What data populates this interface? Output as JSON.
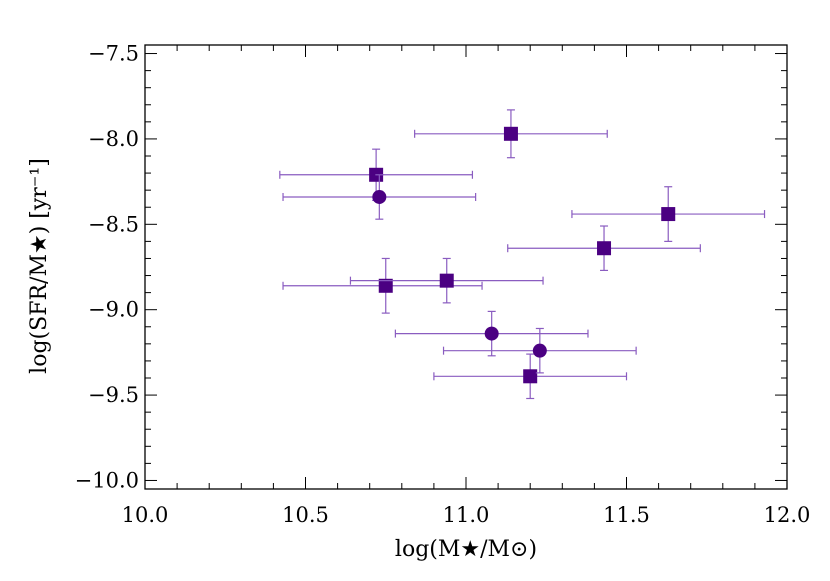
{
  "chart_data": {
    "type": "scatter",
    "xlabel": "log(M★/M⊙)",
    "ylabel": "log(SFR/M★) [yr⁻¹]",
    "xlim": [
      10.0,
      12.0
    ],
    "ylim": [
      -10.05,
      -7.45
    ],
    "xticks": [
      10.0,
      10.5,
      11.0,
      11.5,
      12.0
    ],
    "xtick_labels": [
      "10.0",
      "10.5",
      "11.0",
      "11.5",
      "12.0"
    ],
    "yticks": [
      -7.5,
      -8.0,
      -8.5,
      -9.0,
      -9.5,
      -10.0
    ],
    "ytick_labels": [
      "−7.5",
      "−8.0",
      "−8.5",
      "−9.0",
      "−9.5",
      "−10.0"
    ],
    "grid": false,
    "color": "#4b0082",
    "errorbar_color": "#8a5cc0",
    "series": [
      {
        "marker": "square",
        "points": [
          {
            "x": 10.72,
            "y": -8.21,
            "xerr": [
              0.3,
              0.3
            ],
            "yerr": [
              0.15,
              0.15
            ]
          },
          {
            "x": 11.14,
            "y": -7.97,
            "xerr": [
              0.3,
              0.3
            ],
            "yerr": [
              0.14,
              0.14
            ]
          },
          {
            "x": 11.63,
            "y": -8.44,
            "xerr": [
              0.3,
              0.3
            ],
            "yerr": [
              0.16,
              0.16
            ]
          },
          {
            "x": 11.43,
            "y": -8.64,
            "xerr": [
              0.3,
              0.3
            ],
            "yerr": [
              0.13,
              0.13
            ]
          },
          {
            "x": 10.75,
            "y": -8.86,
            "xerr": [
              0.32,
              0.3
            ],
            "yerr": [
              0.16,
              0.16
            ]
          },
          {
            "x": 10.94,
            "y": -8.83,
            "xerr": [
              0.3,
              0.3
            ],
            "yerr": [
              0.13,
              0.13
            ]
          },
          {
            "x": 11.2,
            "y": -9.39,
            "xerr": [
              0.3,
              0.3
            ],
            "yerr": [
              0.13,
              0.13
            ]
          }
        ]
      },
      {
        "marker": "circle",
        "points": [
          {
            "x": 10.73,
            "y": -8.34,
            "xerr": [
              0.3,
              0.3
            ],
            "yerr": [
              0.13,
              0.13
            ]
          },
          {
            "x": 11.08,
            "y": -9.14,
            "xerr": [
              0.3,
              0.3
            ],
            "yerr": [
              0.13,
              0.13
            ]
          },
          {
            "x": 11.23,
            "y": -9.24,
            "xerr": [
              0.3,
              0.3
            ],
            "yerr": [
              0.13,
              0.13
            ]
          }
        ]
      }
    ]
  }
}
